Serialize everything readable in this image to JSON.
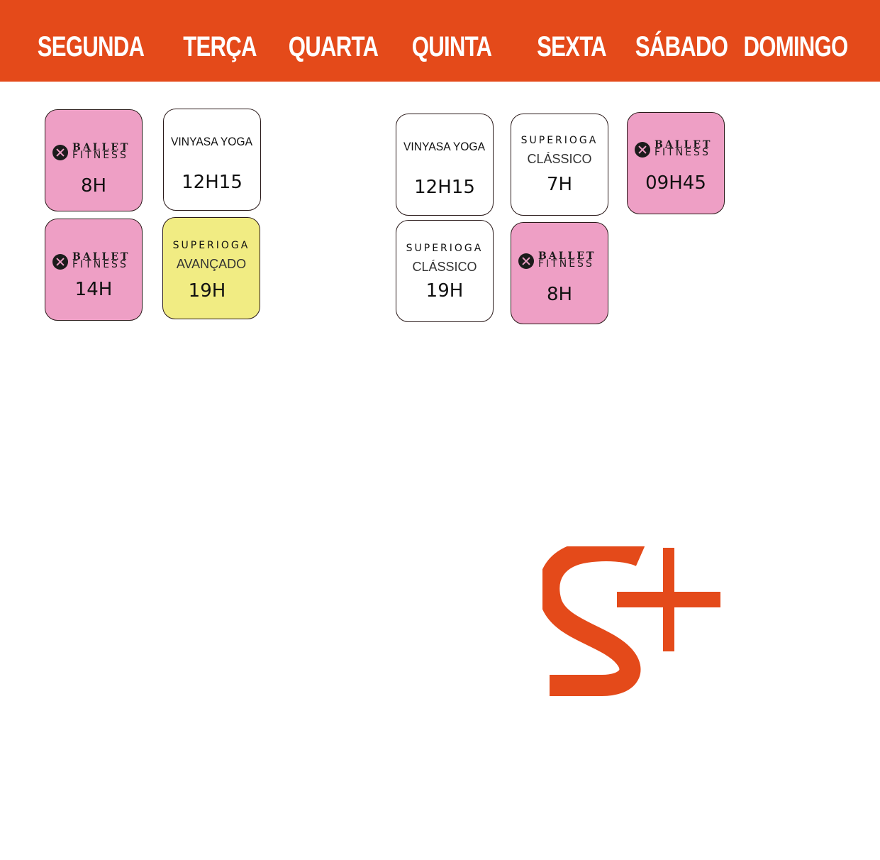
{
  "header": {
    "days": [
      "SEGUNDA",
      "TERÇA",
      "QUARTA",
      "QUINTA",
      "SEXTA",
      "SÁBADO",
      "DOMINGO"
    ]
  },
  "logos": {
    "ballet_fitness": {
      "line1": "BALLET",
      "line2": "FITNESS"
    },
    "brand_mark": "S+"
  },
  "classes": {
    "segunda_ballet_8": {
      "name": "BALLET FITNESS",
      "time": "8H"
    },
    "segunda_ballet_14": {
      "name": "BALLET FITNESS",
      "time": "14H"
    },
    "terca_vinyasa": {
      "name": "VINYASA YOGA",
      "time": "12H15"
    },
    "terca_superioga": {
      "name": "SUPERIOGA",
      "level": "AVANÇADO",
      "time": "19H"
    },
    "quinta_vinyasa": {
      "name": "VINYASA YOGA",
      "time": "12H15"
    },
    "quinta_superioga": {
      "name": "SUPERIOGA",
      "level": "CLÁSSICO",
      "time": "19H"
    },
    "sexta_superioga": {
      "name": "SUPERIOGA",
      "level": "CLÁSSICO",
      "time": "7H"
    },
    "sexta_ballet": {
      "name": "BALLET FITNESS",
      "time": "8H"
    },
    "sabado_ballet": {
      "name": "BALLET FITNESS",
      "time": "09H45"
    }
  },
  "colors": {
    "header": "#e44a1a",
    "ballet_card": "#ee9fc5",
    "avancado_card": "#f1ec83",
    "default_card": "#ffffff",
    "brand": "#e44a1a"
  }
}
